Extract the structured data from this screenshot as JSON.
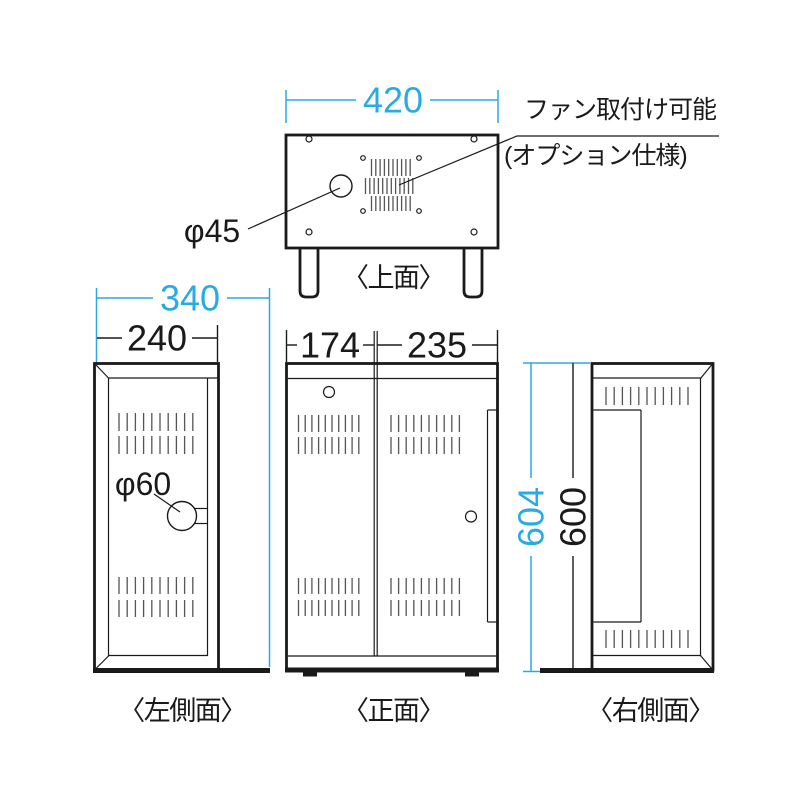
{
  "colors": {
    "accent": "#29abe2",
    "ink": "#1a1a1a"
  },
  "views": {
    "top": {
      "label": "〈上面〉",
      "width_mm": "420",
      "hole_diameter": "φ45",
      "fan_note_line1": "ファン取付け可能",
      "fan_note_line2": "(オプション仕様)"
    },
    "left_side": {
      "label": "〈左側面〉",
      "total_depth_mm": "340",
      "body_depth_mm": "240",
      "hole_diameter": "φ60"
    },
    "front": {
      "label": "〈正面〉",
      "left_door_width_mm": "174",
      "right_door_width_mm": "235"
    },
    "right_side": {
      "label": "〈右側面〉",
      "total_height_mm": "604",
      "body_height_mm": "600"
    }
  }
}
